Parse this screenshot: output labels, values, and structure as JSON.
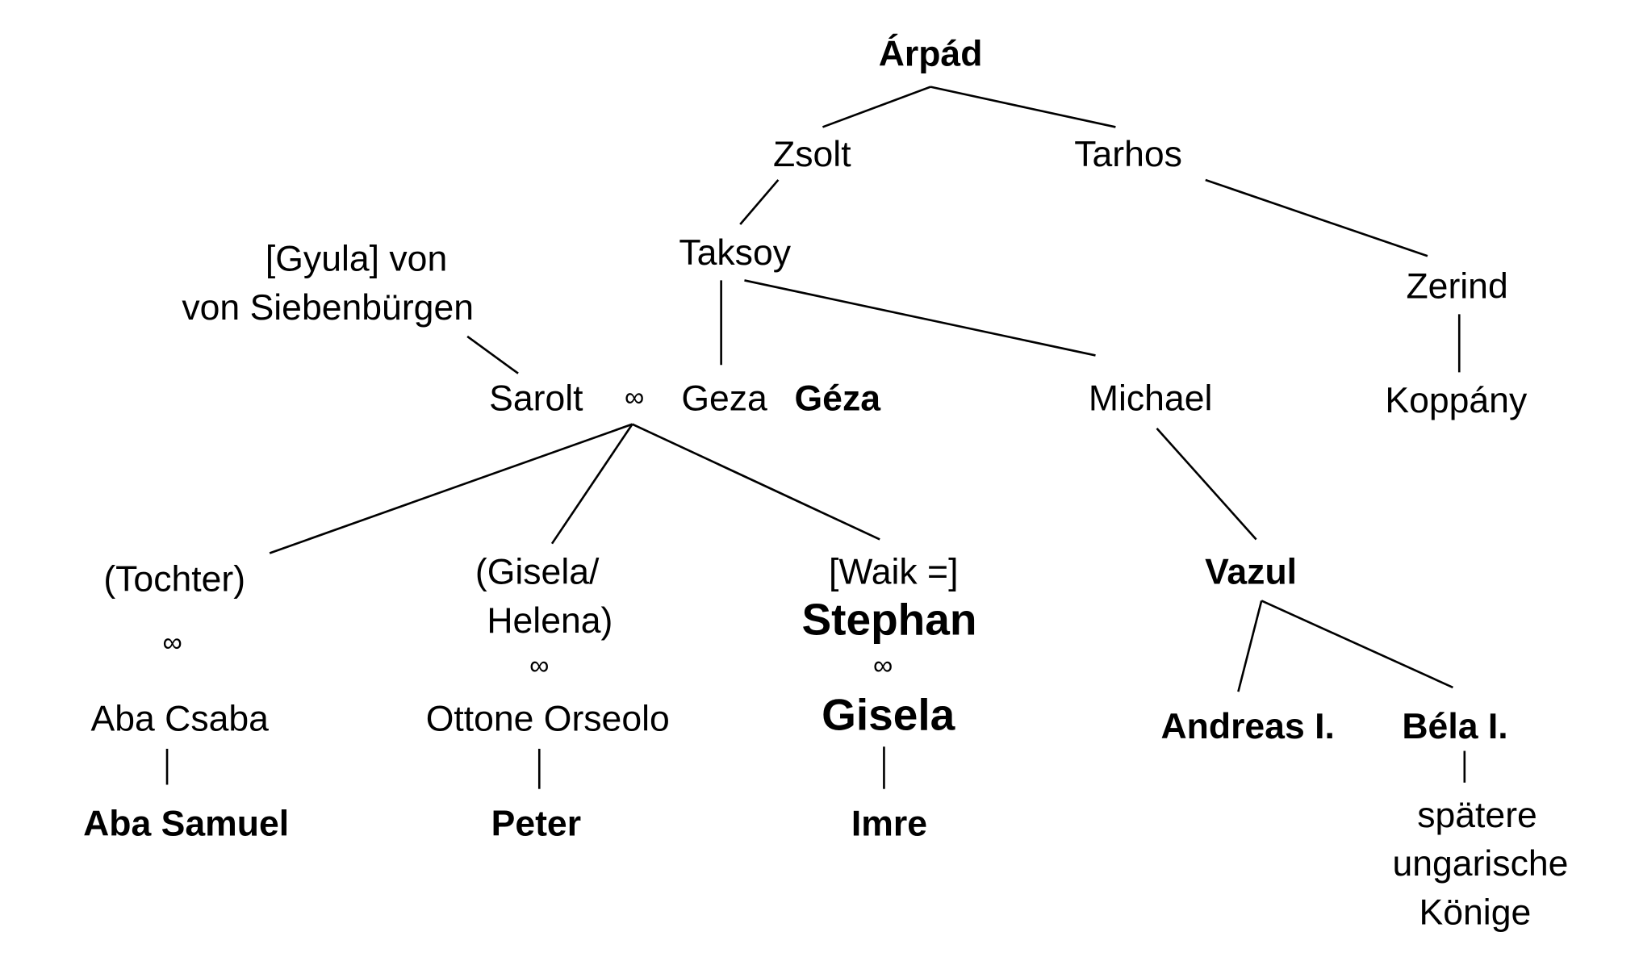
{
  "diagram": {
    "type": "family-tree",
    "marriage_symbol": "∞",
    "nodes": {
      "arpad": "Árpád",
      "zsolt": "Zsolt",
      "tarhos": "Tarhos",
      "taksoy": "Taksoy",
      "gyula_line1": "[Gyula] von",
      "gyula_line2": "von Siebenbürgen",
      "zerind": "Zerind",
      "koppany": "Koppány",
      "sarolt": "Sarolt",
      "geza_plain": "Geza",
      "geza_bold": "Géza",
      "michael": "Michael",
      "tochter": "(Tochter)",
      "aba_csaba": "Aba Csaba",
      "aba_samuel": "Aba Samuel",
      "gisela_helena_line1": "(Gisela/",
      "gisela_helena_line2": "Helena)",
      "ottone_orseolo": "Ottone Orseolo",
      "peter": "Peter",
      "waik": "[Waik =]",
      "stephan": "Stephan",
      "gisela": "Gisela",
      "imre": "Imre",
      "vazul": "Vazul",
      "andreas": "Andreas I.",
      "bela": "Béla I.",
      "later_kings_line1": "spätere",
      "later_kings_line2": "ungarische",
      "later_kings_line3": "Könige"
    },
    "relations": [
      {
        "type": "parent-child",
        "from": "Árpád",
        "to": "Zsolt"
      },
      {
        "type": "parent-child",
        "from": "Árpád",
        "to": "Tarhos"
      },
      {
        "type": "parent-child",
        "from": "Zsolt",
        "to": "Taksoy"
      },
      {
        "type": "parent-child",
        "from": "Tarhos",
        "to": "Zerind"
      },
      {
        "type": "parent-child",
        "from": "Zerind",
        "to": "Koppány"
      },
      {
        "type": "parent-child",
        "from": "[Gyula] von Siebenbürgen",
        "to": "Sarolt"
      },
      {
        "type": "parent-child",
        "from": "Taksoy",
        "to": "Géza"
      },
      {
        "type": "parent-child",
        "from": "Taksoy",
        "to": "Michael"
      },
      {
        "type": "marriage",
        "from": "Sarolt",
        "to": "Géza"
      },
      {
        "type": "parent-child",
        "from": "Sarolt ∞ Géza",
        "to": "(Tochter)"
      },
      {
        "type": "parent-child",
        "from": "Sarolt ∞ Géza",
        "to": "(Gisela/Helena)"
      },
      {
        "type": "parent-child",
        "from": "Sarolt ∞ Géza",
        "to": "Stephan"
      },
      {
        "type": "marriage",
        "from": "(Tochter)",
        "to": "Aba Csaba"
      },
      {
        "type": "parent-child",
        "from": "Aba Csaba",
        "to": "Aba Samuel"
      },
      {
        "type": "marriage",
        "from": "(Gisela/Helena)",
        "to": "Ottone Orseolo"
      },
      {
        "type": "parent-child",
        "from": "Ottone Orseolo",
        "to": "Peter"
      },
      {
        "type": "marriage",
        "from": "Stephan",
        "to": "Gisela"
      },
      {
        "type": "parent-child",
        "from": "Gisela",
        "to": "Imre"
      },
      {
        "type": "parent-child",
        "from": "Michael",
        "to": "Vazul"
      },
      {
        "type": "parent-child",
        "from": "Vazul",
        "to": "Andreas I."
      },
      {
        "type": "parent-child",
        "from": "Vazul",
        "to": "Béla I."
      },
      {
        "type": "parent-child",
        "from": "Béla I.",
        "to": "spätere ungarische Könige"
      }
    ]
  }
}
